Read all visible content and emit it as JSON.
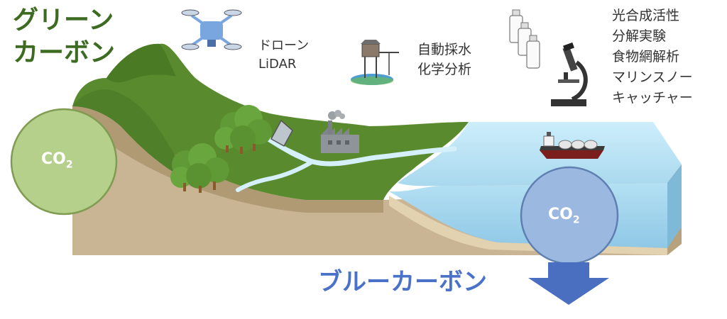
{
  "green_carbon": {
    "line1": "グリーン",
    "line2": "カーボン"
  },
  "blue_carbon": {
    "label": "ブルーカーボン"
  },
  "co2_label": {
    "main": "CO",
    "sub": "2"
  },
  "drone": {
    "line1": "ドローン",
    "line2": "LiDAR"
  },
  "auto_sampling": {
    "line1": "自動採水",
    "line2": "化学分析"
  },
  "lab_methods": [
    "光合成活性",
    "分解実験",
    "食物網解析",
    "マリンスノー",
    "キャッチャー"
  ],
  "colors": {
    "green_title": "#3d6b22",
    "blue_title": "#4a72c8",
    "land_green": "#5a8a2e",
    "soil": "#c9b594",
    "sea": "#a9d8ee",
    "co2_green": "#b5d08a",
    "co2_blue": "#9bb8e0",
    "arrow_blue": "#4a6fc0"
  }
}
